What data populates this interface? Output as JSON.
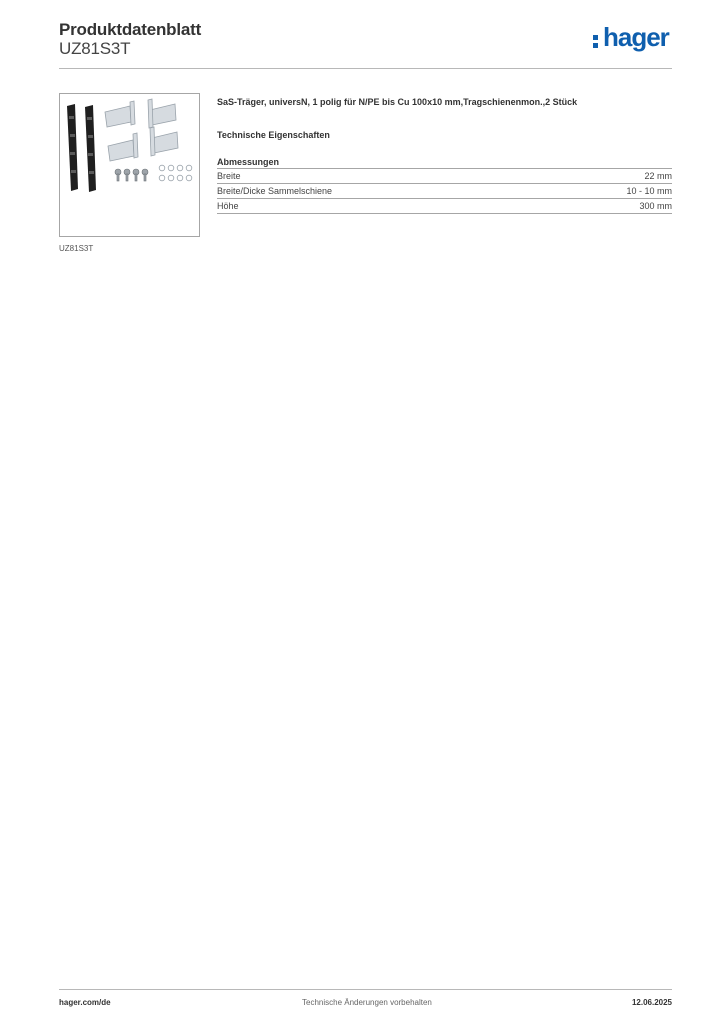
{
  "header": {
    "title": "Produktdatenblatt",
    "code": "UZ81S3T",
    "brand": "hager",
    "brand_color": "#0f5fae"
  },
  "product": {
    "image_caption": "UZ81S3T",
    "description": "SaS-Träger, universN, 1 polig für N/PE bis Cu 100x10 mm,Tragschienenmon.,2 Stück"
  },
  "specs": {
    "section_title": "Technische Eigenschaften",
    "group_title": "Abmessungen",
    "rows": [
      {
        "label": "Breite",
        "value": "22 mm"
      },
      {
        "label": "Breite/Dicke Sammelschiene",
        "value": "10 - 10 mm"
      },
      {
        "label": "Höhe",
        "value": "300 mm"
      }
    ]
  },
  "footer": {
    "website": "hager.com/de",
    "note": "Technische Änderungen vorbehalten",
    "date": "12.06.2025"
  }
}
